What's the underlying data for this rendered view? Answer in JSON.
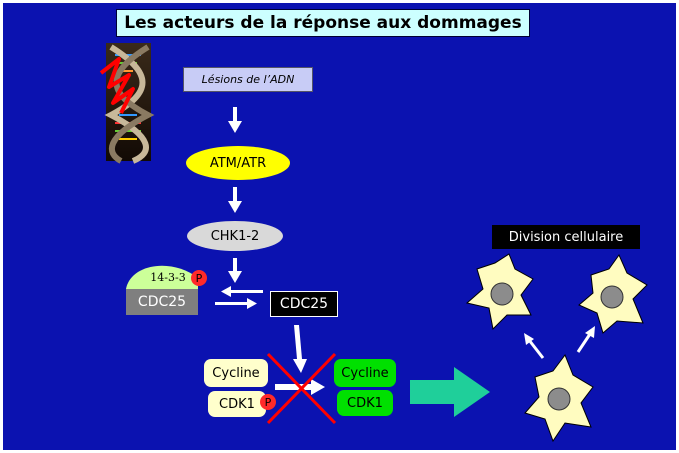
{
  "title": "Les acteurs de la réponse aux dommages",
  "nodes": {
    "lesions": "Lésions de l’ADN",
    "atm_atr": "ATM/ATR",
    "chk": "CHK1-2",
    "protein_1433": "14-3-3",
    "phospho": "P",
    "cdc25_inactive": "CDC25",
    "cdc25_active": "CDC25",
    "cycline_left": "Cycline",
    "cdk1_left": "CDK1",
    "cycline_right": "Cycline",
    "cdk1_right": "CDK1"
  },
  "division_label": "Division cellulaire",
  "colors": {
    "background": "#0b12b0",
    "title_box": "#ccffff",
    "atm_atr": "#ffff00",
    "chk": "#d9d9d9",
    "protein_1433": "#ccff99",
    "phospho": "#ff2a2a",
    "inhibition_cross": "#ff0000",
    "cyclin_active": "#00e000",
    "cyclin_inactive": "#ffffcc",
    "big_arrow": "#1fcf9a",
    "cell": "#fffcc0",
    "nucleus": "#8c8c8c"
  },
  "icons": [
    "dna-helix-icon",
    "cell-icon"
  ]
}
